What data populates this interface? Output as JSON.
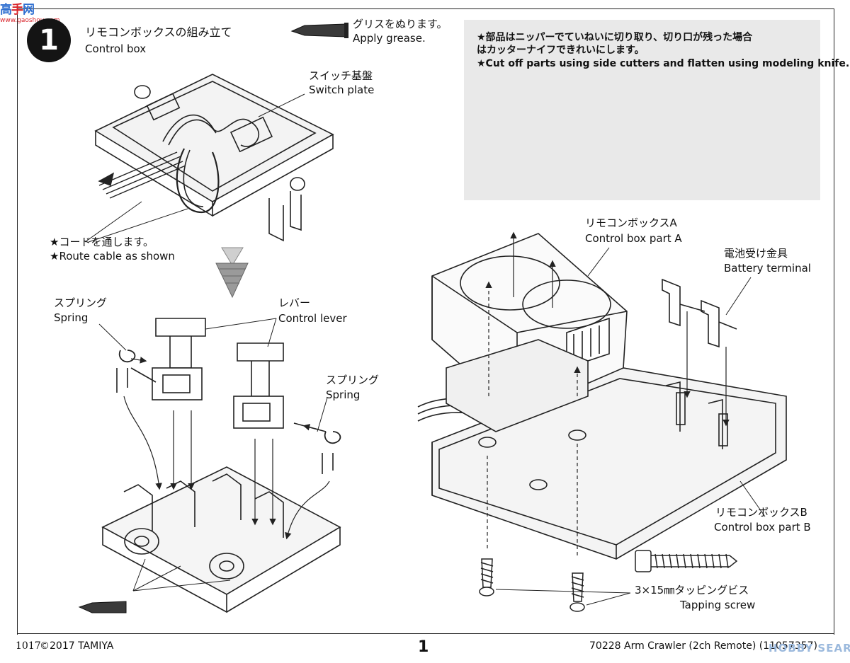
{
  "logo": {
    "brand_a": "高",
    "brand_b": "手",
    "brand_c": "网",
    "url": "www.gaoshou.com"
  },
  "step": {
    "number": "1",
    "title_jp": "リモコンボックスの組み立て",
    "title_en": "Control box"
  },
  "grease": {
    "jp": "グリスをぬります。",
    "en": "Apply grease."
  },
  "note": {
    "jp_line1": "★部品はニッパーでていねいに切り取り、切り口が残った場合",
    "jp_line2": "はカッターナイフできれいにします。",
    "en": "★Cut off parts using side cutters and flatten using modeling knife."
  },
  "labels": {
    "switch_plate_jp": "スイッチ基盤",
    "switch_plate_en": "Switch plate",
    "route_cable_jp": "★コードを通します。",
    "route_cable_en": "★Route cable as shown",
    "spring_left_jp": "スプリング",
    "spring_left_en": "Spring",
    "lever_jp": "レバー",
    "lever_en": "Control lever",
    "spring_right_jp": "スプリング",
    "spring_right_en": "Spring",
    "box_a_jp": "リモコンボックスA",
    "box_a_en": "Control box part A",
    "battery_jp": "電池受け金具",
    "battery_en": "Battery terminal",
    "box_b_jp": "リモコンボックスB",
    "box_b_en": "Control box part B",
    "screw_jp": "3×15㎜タッピングビス",
    "screw_en": "Tapping screw"
  },
  "footer": {
    "code": "1017",
    "copyright": "©2017 TAMIYA",
    "page": "1",
    "item": "70228  Arm Crawler (2ch Remote) (11057357)"
  },
  "watermark": "HOBBY SEARCH"
}
